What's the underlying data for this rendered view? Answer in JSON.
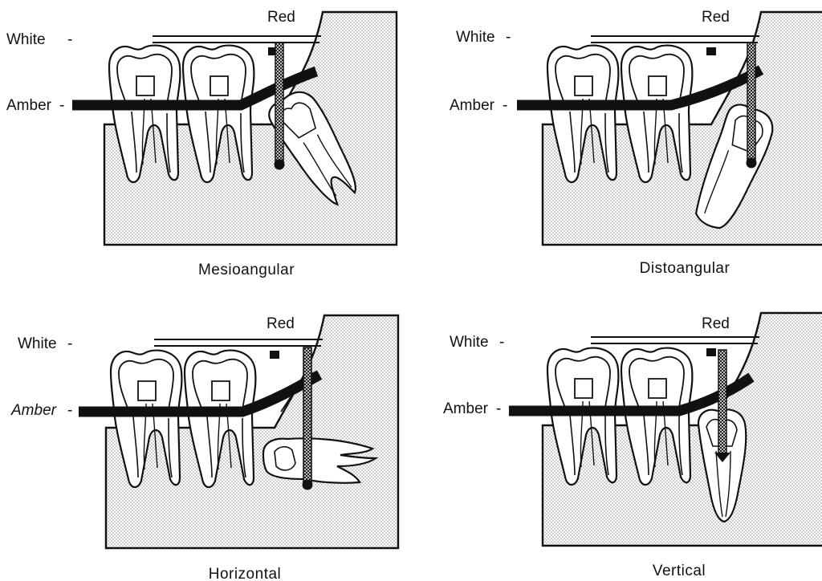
{
  "panels": [
    {
      "caption": "Mesioangular",
      "labels": {
        "white": "White",
        "amber": "Amber",
        "red": "Red"
      }
    },
    {
      "caption": "Distoangular",
      "labels": {
        "white": "White",
        "amber": "Amber",
        "red": "Red"
      }
    },
    {
      "caption": "Horizontal",
      "labels": {
        "white": "White",
        "amber": "Amber",
        "red": "Red"
      }
    },
    {
      "caption": "Vertical",
      "labels": {
        "white": "White",
        "amber": "Amber",
        "red": "Red"
      }
    }
  ],
  "colors": {
    "ink": "#111111",
    "background": "#ffffff",
    "bone_dots": "#9a9a9a"
  }
}
